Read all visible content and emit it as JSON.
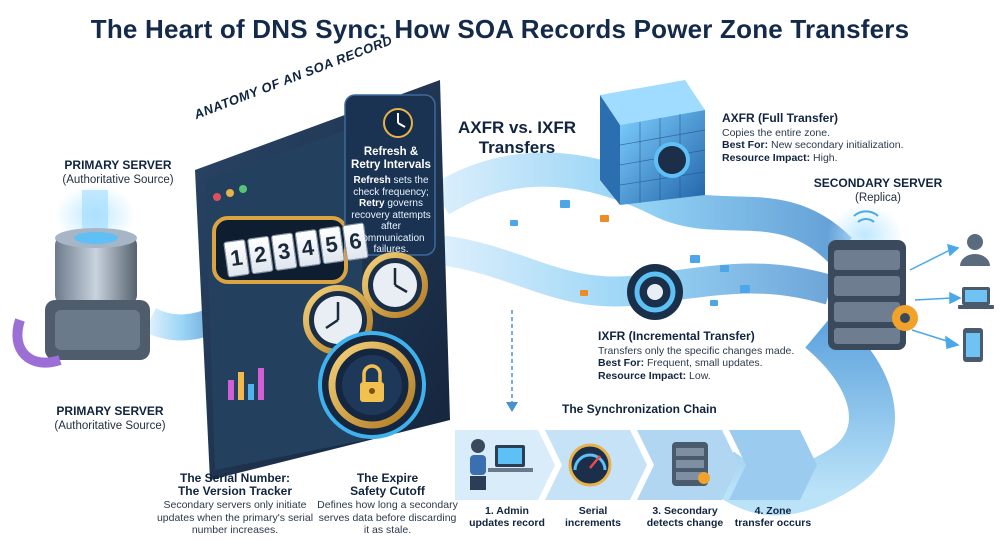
{
  "title": "The Heart of DNS Sync: How SOA Records Power Zone Transfers",
  "primary_top": {
    "name": "PRIMARY SERVER",
    "sub": "(Authoritative Source)"
  },
  "primary_bottom": {
    "name": "PRIMARY SERVER",
    "sub": "(Authoritative Source)"
  },
  "secondary": {
    "name": "SECONDARY SERVER",
    "sub": "(Replica)"
  },
  "anatomy_label": "ANATOMY OF AN SOA RECORD",
  "serial_digits": [
    "1",
    "2",
    "3",
    "4",
    "5",
    "6"
  ],
  "refresh": {
    "heading": "Refresh & Retry Intervals",
    "line1_bold": "Refresh",
    "line1_rest": " sets the check frequency;",
    "line2_bold": "Retry",
    "line2_rest": " governs recovery attempts after communication failures."
  },
  "transfers_heading": "AXFR vs. IXFR Transfers",
  "axfr": {
    "heading": "AXFR (Full Transfer)",
    "desc": "Copies the entire zone.",
    "best_label": "Best For:",
    "best": " New secondary initialization.",
    "impact_label": "Resource Impact:",
    "impact": " High."
  },
  "ixfr": {
    "heading": "IXFR (Incremental Transfer)",
    "desc": "Transfers only the specific changes made.",
    "best_label": "Best For:",
    "best": " Frequent, small updates.",
    "impact_label": "Resource Impact:",
    "impact": " Low."
  },
  "serial": {
    "heading_line1": "The Serial Number:",
    "heading_line2": "The Version Tracker",
    "desc": "Secondary servers only initiate updates when the primary's serial number increases."
  },
  "expire": {
    "heading_line1": "The Expire",
    "heading_line2": "Safety Cutoff",
    "desc": "Defines how long a secondary serves data before discarding it as stale."
  },
  "chain": {
    "title": "The Synchronization Chain",
    "steps": [
      {
        "line1": "1. Admin",
        "line2": "updates record"
      },
      {
        "line1": "Serial",
        "line2": "increments"
      },
      {
        "line1": "3. Secondary",
        "line2": "detects change"
      },
      {
        "line1": "4. Zone",
        "line2": "transfer occurs"
      }
    ]
  },
  "icons": [
    "clock-icon",
    "lock-icon",
    "gauge-icon",
    "user-icon",
    "laptop-icon",
    "phone-icon",
    "gear-icon",
    "wifi-icon"
  ],
  "colors": {
    "title": "#142a4a",
    "accent_blue": "#2f8fd8",
    "gold": "#d9a441",
    "panel_dark": "#1e3350",
    "stream": "#6ec3f2"
  }
}
